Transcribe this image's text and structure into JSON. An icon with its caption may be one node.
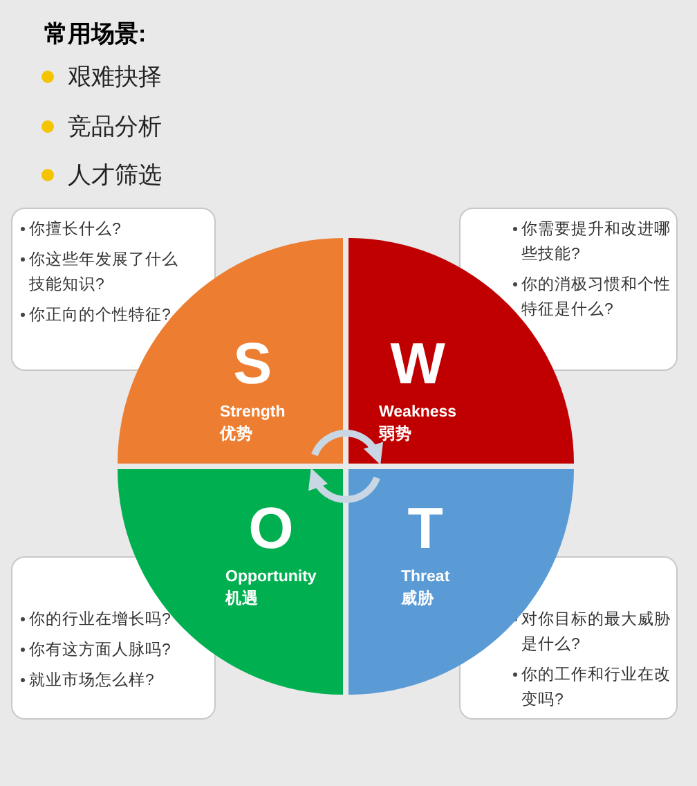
{
  "diagram": {
    "title": "常用场景:",
    "nodes": [
      {
        "text": [
          "你擅长什么?",
          "你这些年发展了什么技能知识?",
          "你正向的个性特征?"
        ]
      },
      {
        "text": [
          "你需要提升和改进哪些技能?",
          "你的消极习惯和个性特征是什么?"
        ]
      },
      {
        "text": [
          "S",
          "Strength",
          "优势"
        ]
      },
      {
        "text": [
          "W",
          "Weakness",
          "弱势"
        ]
      },
      {
        "text": [
          "O",
          "Opportunity",
          "机遇"
        ]
      },
      {
        "text": [
          "T",
          "Threat",
          "威胁"
        ]
      },
      {
        "text": [
          "你的行业在增长吗?",
          "你有这方面人脉吗?",
          "就业市场怎么样?"
        ]
      },
      {
        "text": [
          "对你目标的最大威胁是什么?",
          "你的工作和行业在改变吗?"
        ]
      }
    ],
    "edges": [
      {
        "from": 2,
        "to": 3,
        "arrow": "to"
      },
      {
        "from": 5,
        "to": 4,
        "arrow": "to"
      }
    ],
    "labels": [
      "艰难抉择",
      "竞品分析",
      "人才筛选"
    ]
  }
}
